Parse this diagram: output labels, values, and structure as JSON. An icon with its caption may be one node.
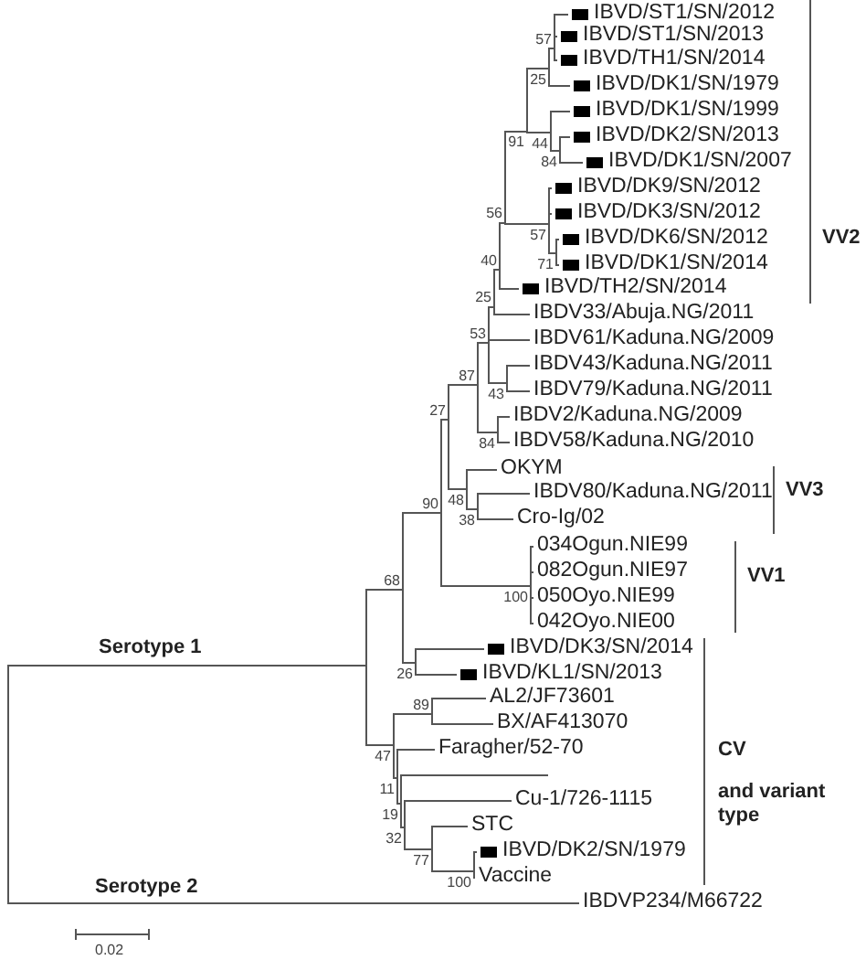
{
  "diagram": {
    "labels": [
      "IBVD/ST1/SN/2012",
      "57",
      "IBVD/ST1/SN/2013",
      "IBVD/TH1/SN/2014",
      "25",
      "IBVD/DK1/SN/1979",
      "IBVD/DK1/SN/1999",
      "91",
      "44",
      "IBVD/DK2/SN/2013",
      "84",
      "IBVD/DK1/SN/2007",
      "IBVD/DK9/SN/2012",
      "56",
      "IBVD/DK3/SN/2012",
      "57",
      "IBVD/DK6/SN/2012",
      "VV2",
      "40",
      "71",
      "IBVD/DK1/SN/2014",
      "25",
      "IBVD/TH2/SN/2014",
      "IBDV33/Abuja.NG/2011",
      "53",
      "IBDV61/Kaduna.NG/2009",
      "87",
      "IBDV43/Kaduna.NG/2011",
      "43",
      "IBDV79/Kaduna.NG/2011",
      "27",
      "IBDV2/Kaduna.NG/2009",
      "84",
      "IBDV58/Kaduna.NG/2010",
      "OKYM",
      "90",
      "48",
      "IBDV80/Kaduna.NG/2011",
      "VV3",
      "38",
      "Cro-Ig/02",
      "034Ogun.NIE99",
      "68",
      "082Ogun.NIE97",
      "VV1",
      "100",
      "050Oyo.NIE99",
      "042Oyo.NIE00",
      "Serotype 1",
      "IBVD/DK3/SN/2014",
      "26",
      "IBVD/KL1/SN/2013",
      "89",
      "AL2/JF73601",
      "BX/AF413070",
      "47",
      "Faragher/52-70",
      "CV",
      "11",
      "19",
      "Cu-1/726-1115",
      "and variant type",
      "32",
      "STC",
      "77",
      "IBVD/DK2/SN/1979",
      "100",
      "Vaccine",
      "Serotype 2",
      "IBDVP234/M66722",
      "0.02"
    ]
  }
}
